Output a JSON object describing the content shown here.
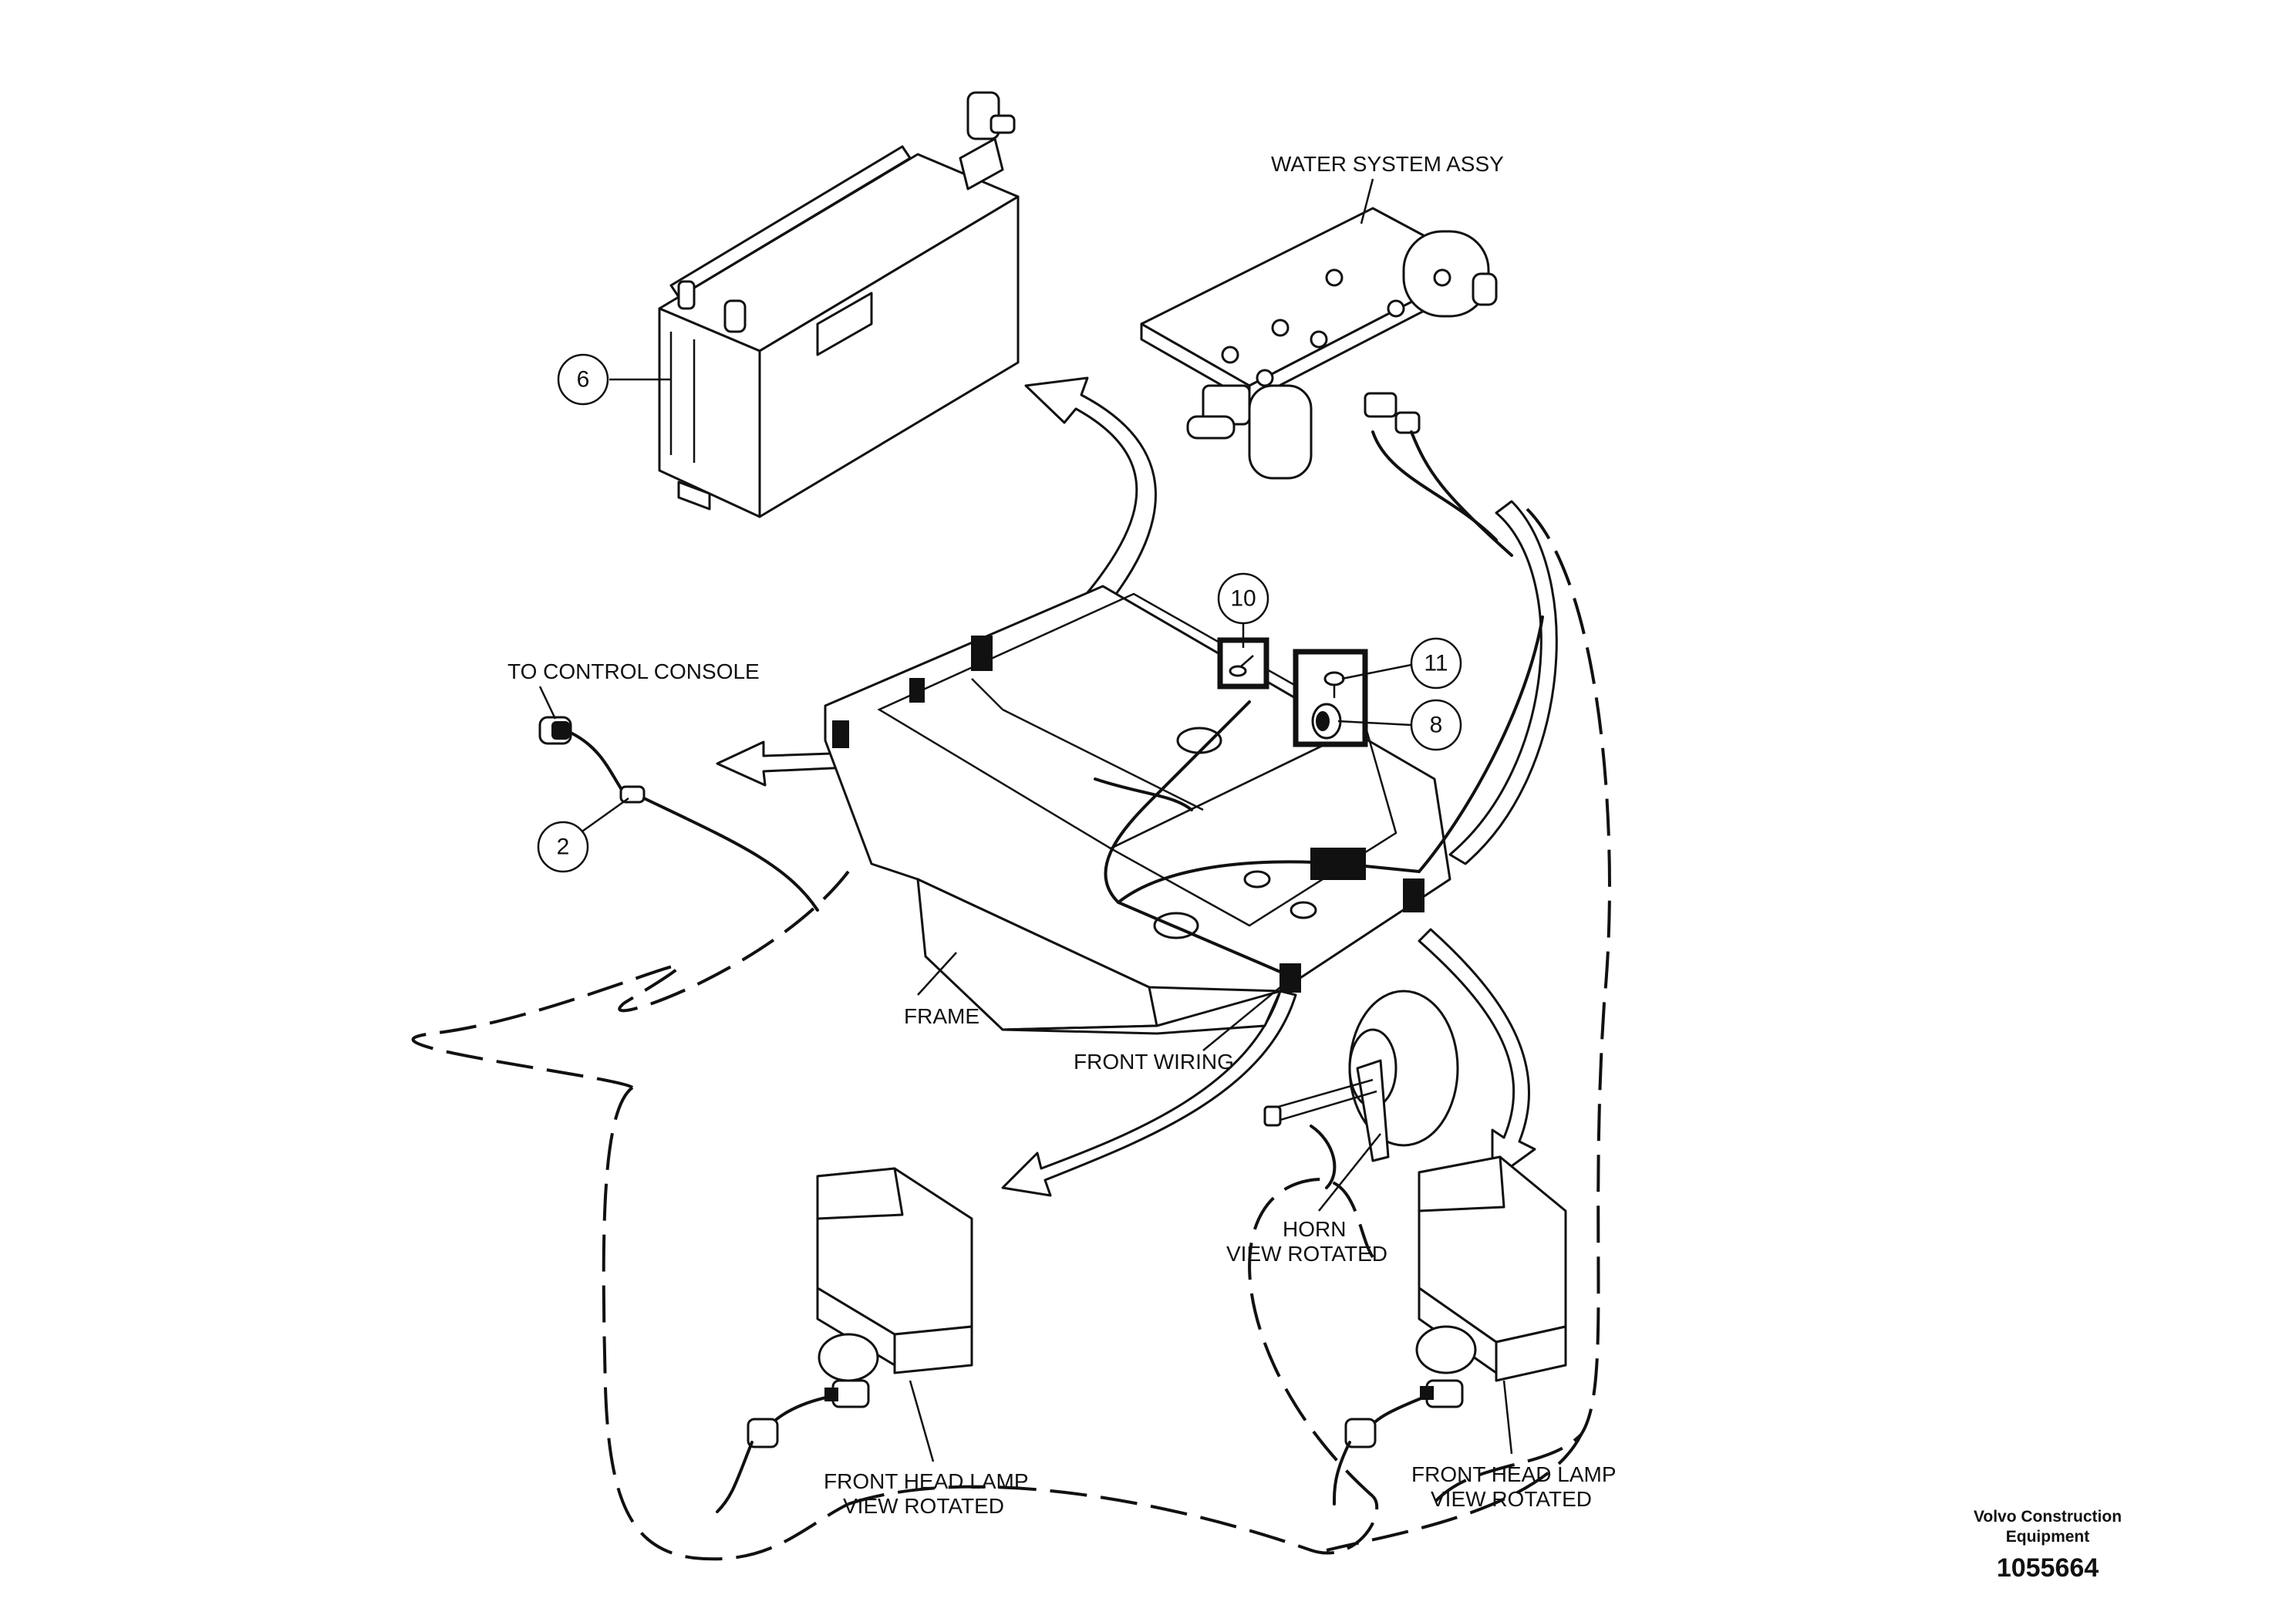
{
  "labels": {
    "water_system": "WATER SYSTEM ASSY",
    "control_console": "TO CONTROL CONSOLE",
    "frame": "FRAME",
    "front_wiring": "FRONT WIRING",
    "horn_line1": "HORN",
    "horn_line2": "VIEW ROTATED",
    "lamp_left_line1": "FRONT HEAD LAMP",
    "lamp_left_line2": "VIEW ROTATED",
    "lamp_right_line1": "FRONT HEAD LAMP",
    "lamp_right_line2": "VIEW ROTATED"
  },
  "callouts": {
    "c6": "6",
    "c10": "10",
    "c11": "11",
    "c8": "8",
    "c2": "2"
  },
  "brand": {
    "line1": "Volvo Construction",
    "line2": "Equipment",
    "drawing_number": "1055664"
  }
}
